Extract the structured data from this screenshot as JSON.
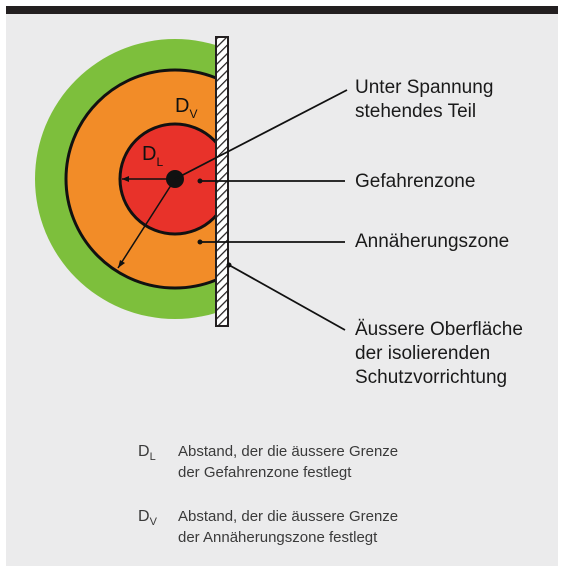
{
  "diagram": {
    "labels": {
      "dv_symbol": "D",
      "dv_subscript": "V",
      "dl_symbol": "D",
      "dl_subscript": "L"
    },
    "callouts": {
      "live_part": [
        "Unter Spannung",
        "stehendes Teil"
      ],
      "danger_zone": "Gefahrenzone",
      "approach_zone": "Annäherungszone",
      "outer_surface": [
        "Äussere Oberfläche",
        "der isolierenden",
        "Schutzvorrichtung"
      ]
    },
    "colors": {
      "outer_zone": "#7dbf3c",
      "approach_zone": "#f28c28",
      "danger_zone": "#e8322a",
      "background": "#ebebec",
      "top_bar": "#231f20"
    }
  },
  "legend": [
    {
      "symbol": "D",
      "subscript": "L",
      "text": [
        "Abstand, der die äussere Grenze",
        "der Gefahrenzone festlegt"
      ]
    },
    {
      "symbol": "D",
      "subscript": "V",
      "text": [
        "Abstand, der die äussere Grenze",
        "der Annäherungszone festlegt"
      ]
    }
  ]
}
